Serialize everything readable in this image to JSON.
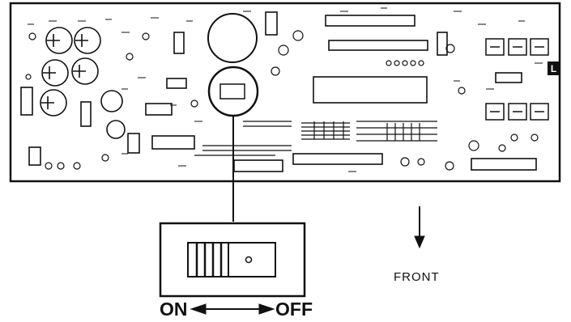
{
  "labels": {
    "front": "FRONT",
    "on": "ON",
    "off": "OFF"
  },
  "board": {
    "corner_badge": "L"
  },
  "colors": {
    "ink": "#111111",
    "paper": "#ffffff"
  }
}
